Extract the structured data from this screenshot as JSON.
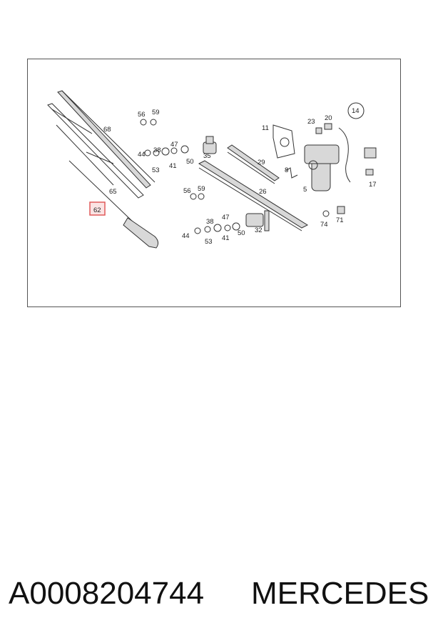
{
  "diagram": {
    "callouts": [
      "68",
      "56",
      "59",
      "44",
      "38",
      "47",
      "53",
      "41",
      "50",
      "35",
      "65",
      "62",
      "56",
      "59",
      "38",
      "47",
      "44",
      "53",
      "41",
      "50",
      "32",
      "29",
      "26",
      "11",
      "8",
      "5",
      "23",
      "20",
      "14",
      "17",
      "74",
      "71"
    ],
    "highlighted_callout": "62",
    "highlight_color": "#e05a5a"
  },
  "caption": {
    "part_number": "A0008204744",
    "brand": "MERCEDES"
  }
}
